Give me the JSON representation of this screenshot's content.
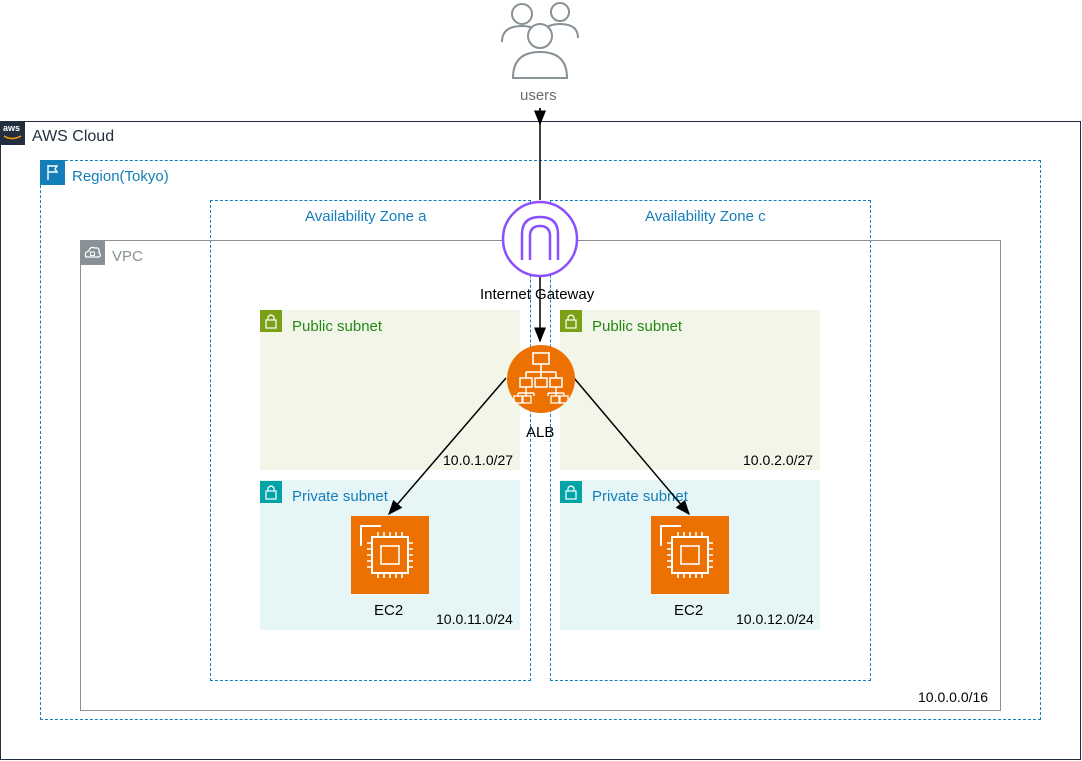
{
  "users": {
    "label": "users"
  },
  "aws_cloud": {
    "label": "AWS Cloud",
    "logo_text": "aws"
  },
  "region": {
    "label": "Region(Tokyo)"
  },
  "vpc": {
    "label": "VPC",
    "cidr": "10.0.0.0/16"
  },
  "availability_zones": [
    {
      "label": "Availability Zone a"
    },
    {
      "label": "Availability Zone c"
    }
  ],
  "internet_gateway": {
    "label": "Internet Gateway"
  },
  "alb": {
    "label": "ALB"
  },
  "subnets": [
    {
      "label": "Public subnet",
      "cidr": "10.0.1.0/27"
    },
    {
      "label": "Public subnet",
      "cidr": "10.0.2.0/27"
    },
    {
      "label": "Private subnet",
      "cidr": "10.0.11.0/24"
    },
    {
      "label": "Private subnet",
      "cidr": "10.0.12.0/24"
    }
  ],
  "ec2_instances": [
    {
      "label": "EC2"
    },
    {
      "label": "EC2"
    }
  ],
  "colors": {
    "aws_dark": "#232f3e",
    "region_blue": "#147eba",
    "vpc_gray": "#879196",
    "public_green": "#7aa116",
    "public_text": "#248814",
    "public_fill": "#f2f6e8",
    "private_teal": "#00a4a6",
    "private_text": "#147eba",
    "private_fill": "#e6f6f7",
    "igw_purple": "#8c4fff",
    "alb_orange": "#ed7100",
    "ec2_orange": "#ed7100"
  }
}
